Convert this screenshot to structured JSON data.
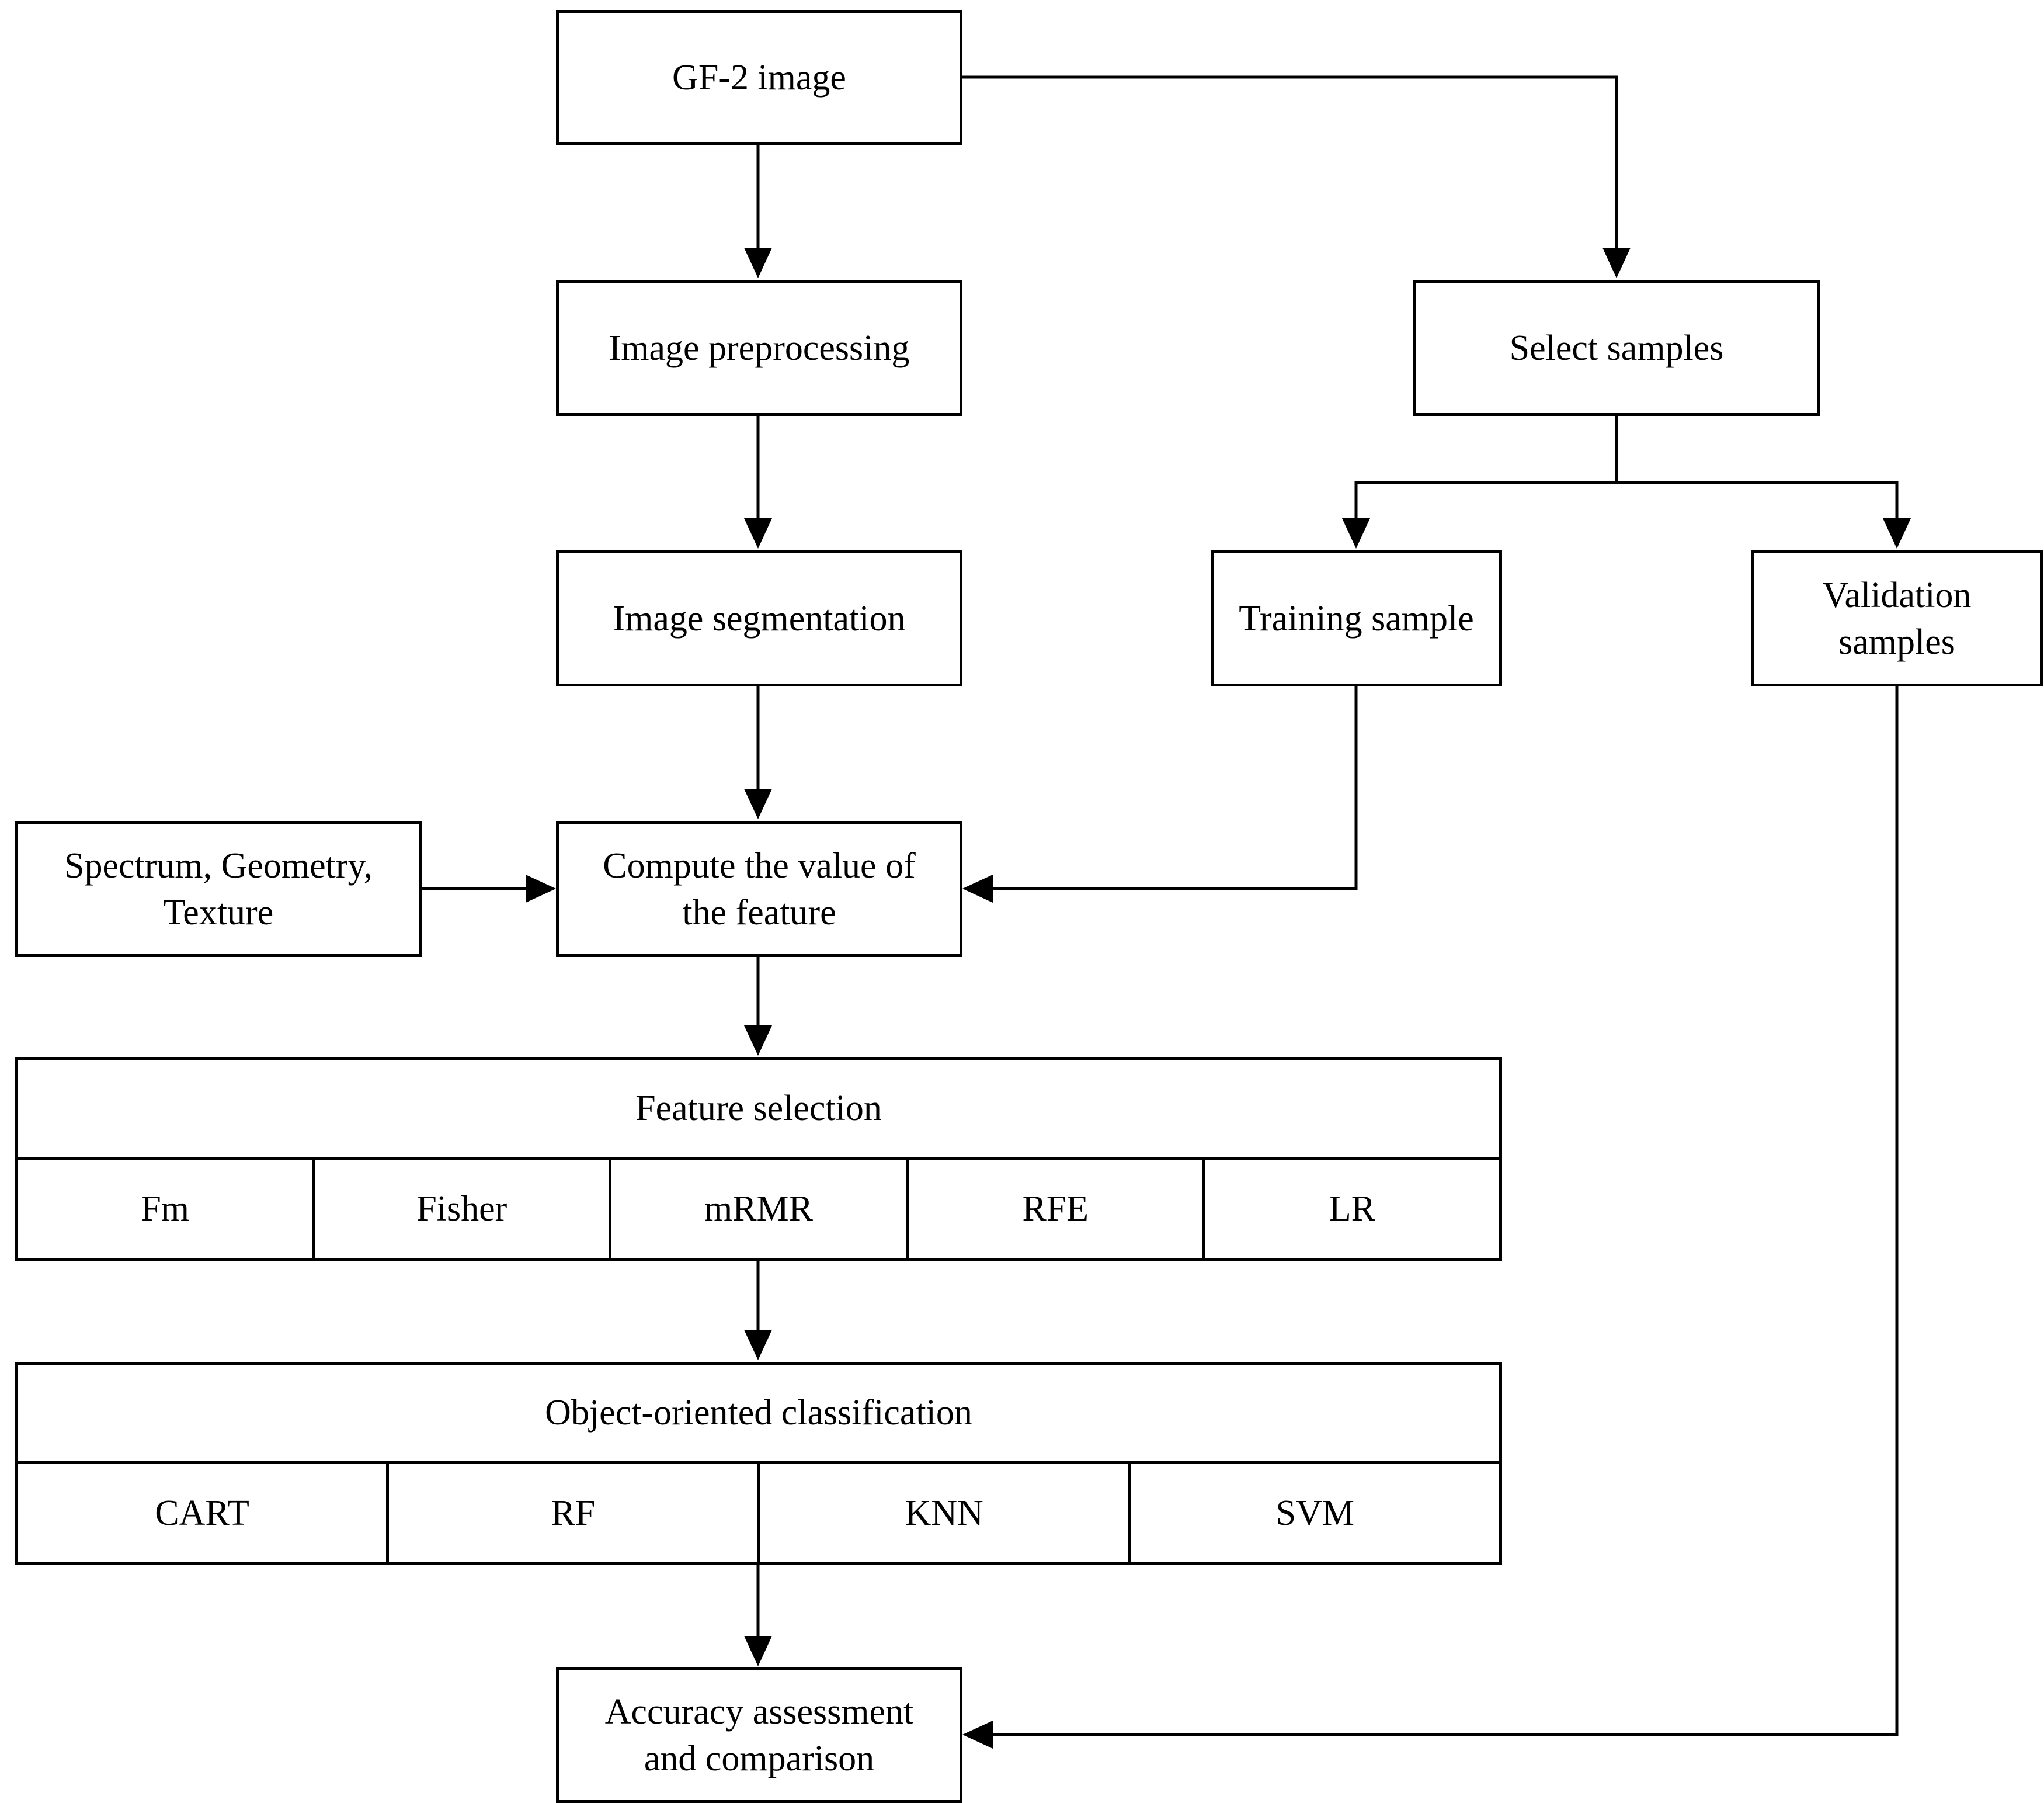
{
  "nodes": {
    "gf2_image": "GF-2 image",
    "image_preprocessing": "Image preprocessing",
    "select_samples": "Select samples",
    "image_segmentation": "Image segmentation",
    "training_sample": "Training sample",
    "validation_samples": [
      "Validation",
      "samples"
    ],
    "spectrum_geometry_texture": [
      "Spectrum, Geometry,",
      "Texture"
    ],
    "compute_feature_value": [
      "Compute the value of",
      "the feature"
    ],
    "accuracy_assessment": [
      "Accuracy assessment",
      "and comparison"
    ]
  },
  "feature_selection": {
    "title": "Feature selection",
    "methods": [
      "Fm",
      "Fisher",
      "mRMR",
      "RFE",
      "LR"
    ]
  },
  "classification": {
    "title": "Object-oriented classification",
    "methods": [
      "CART",
      "RF",
      "KNN",
      "SVM"
    ]
  }
}
